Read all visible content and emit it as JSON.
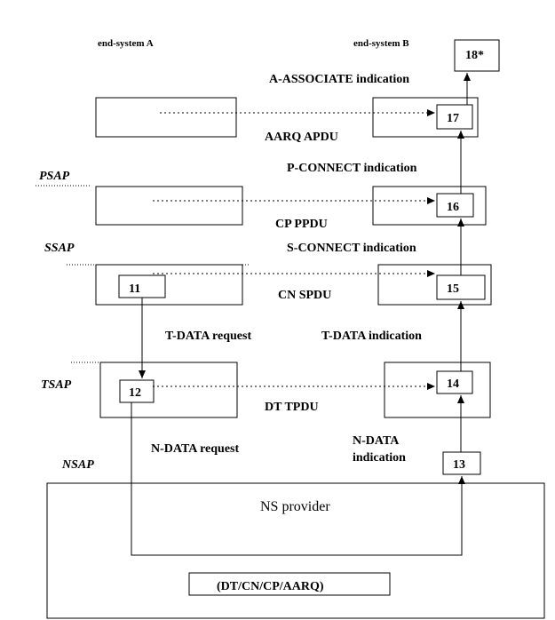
{
  "headers": {
    "system_a": "end-system A",
    "system_b": "end-system B"
  },
  "saps": {
    "psap": "PSAP",
    "ssap": "SSAP",
    "tsap": "TSAP",
    "nsap": "NSAP"
  },
  "labels": {
    "a_associate": "A-ASSOCIATE indication",
    "aarq_apdu": "AARQ APDU",
    "p_connect": "P-CONNECT indication",
    "cp_ppdu": "CP PPDU",
    "s_connect": "S-CONNECT indication",
    "cn_spdu": "CN SPDU",
    "t_data_request": "T-DATA request",
    "t_data_indication": "T-DATA indication",
    "dt_tpdu": "DT TPDU",
    "n_data_request": "N-DATA request",
    "n_data_indication_line1": "N-DATA",
    "n_data_indication_line2": "indication"
  },
  "steps": {
    "s11": "11",
    "s12": "12",
    "s13": "13",
    "s14": "14",
    "s15": "15",
    "s16": "16",
    "s17": "17",
    "s18": "18*"
  },
  "provider": {
    "title": "NS provider",
    "pdus": "(DT/CN/CP/AARQ)"
  }
}
